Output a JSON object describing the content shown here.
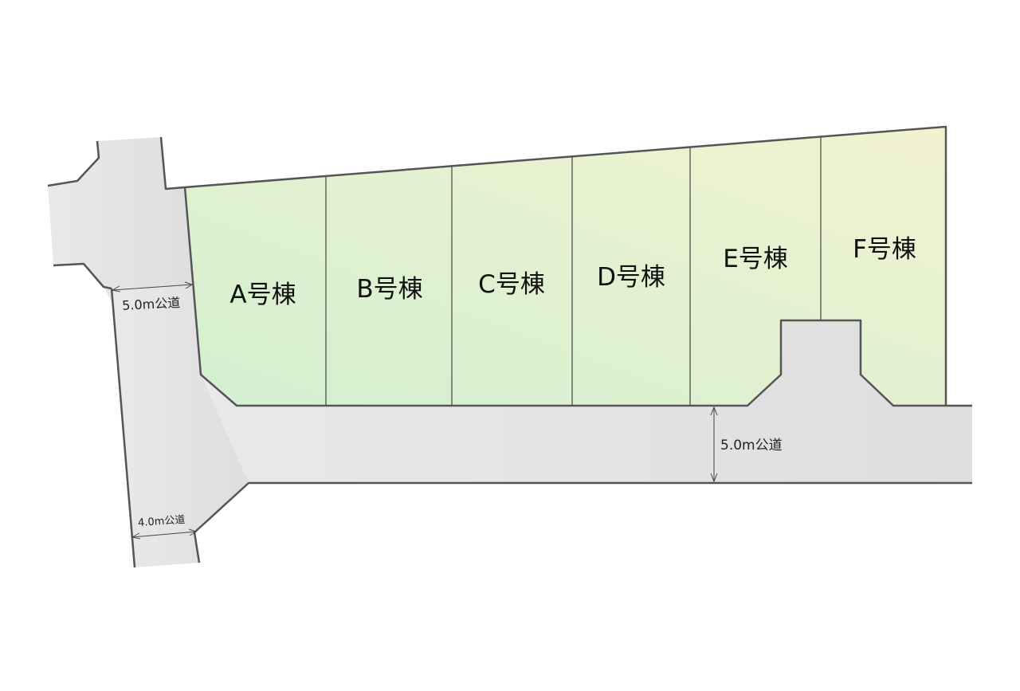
{
  "lots": [
    {
      "id": "A",
      "label": "A号棟"
    },
    {
      "id": "B",
      "label": "B号棟"
    },
    {
      "id": "C",
      "label": "C号棟"
    },
    {
      "id": "D",
      "label": "D号棟"
    },
    {
      "id": "E",
      "label": "E号棟"
    },
    {
      "id": "F",
      "label": "F号棟"
    }
  ],
  "roads": {
    "left_upper": "5.0m公道",
    "south": "5.0m公道",
    "left_lower": "4.0m公道"
  },
  "colors": {
    "lot_fill_start": "#d2f0d0",
    "lot_fill_end": "#f2f2d0",
    "road_fill": "#e2e2e2",
    "outline": "#555555"
  }
}
